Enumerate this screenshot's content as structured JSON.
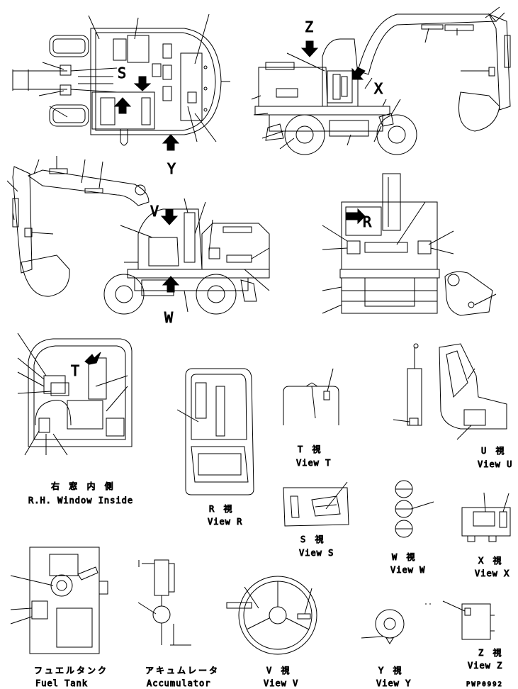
{
  "diagram": {
    "view_letters": {
      "z": "Z",
      "y": "Y",
      "s": "S",
      "w": "W",
      "v": "V",
      "x": "X",
      "r": "R",
      "t": "T"
    },
    "captions": {
      "rh_window_jp": "右 窓 内 側",
      "rh_window_en": "R.H. Window Inside",
      "view_r_jp": "R 視",
      "view_r_en": "View R",
      "view_t_jp": "T 視",
      "view_t_en": "View T",
      "view_u_jp": "U 視",
      "view_u_en": "View U",
      "view_s_jp": "S 視",
      "view_s_en": "View S",
      "view_w_jp": "W 視",
      "view_w_en": "View W",
      "view_x_jp": "X 視",
      "view_x_en": "View X",
      "fuel_tank_jp": "フュエルタンク",
      "fuel_tank_en": "Fuel Tank",
      "accumulator_jp": "アキュムレータ",
      "accumulator_en": "Accumulator",
      "view_v_jp": "V 視",
      "view_v_en": "View V",
      "view_y_jp": "Y 視",
      "view_y_en": "View Y",
      "view_z_jp": "Z 視",
      "view_z_en": "View Z"
    },
    "drawing_code": "PWP0992"
  }
}
